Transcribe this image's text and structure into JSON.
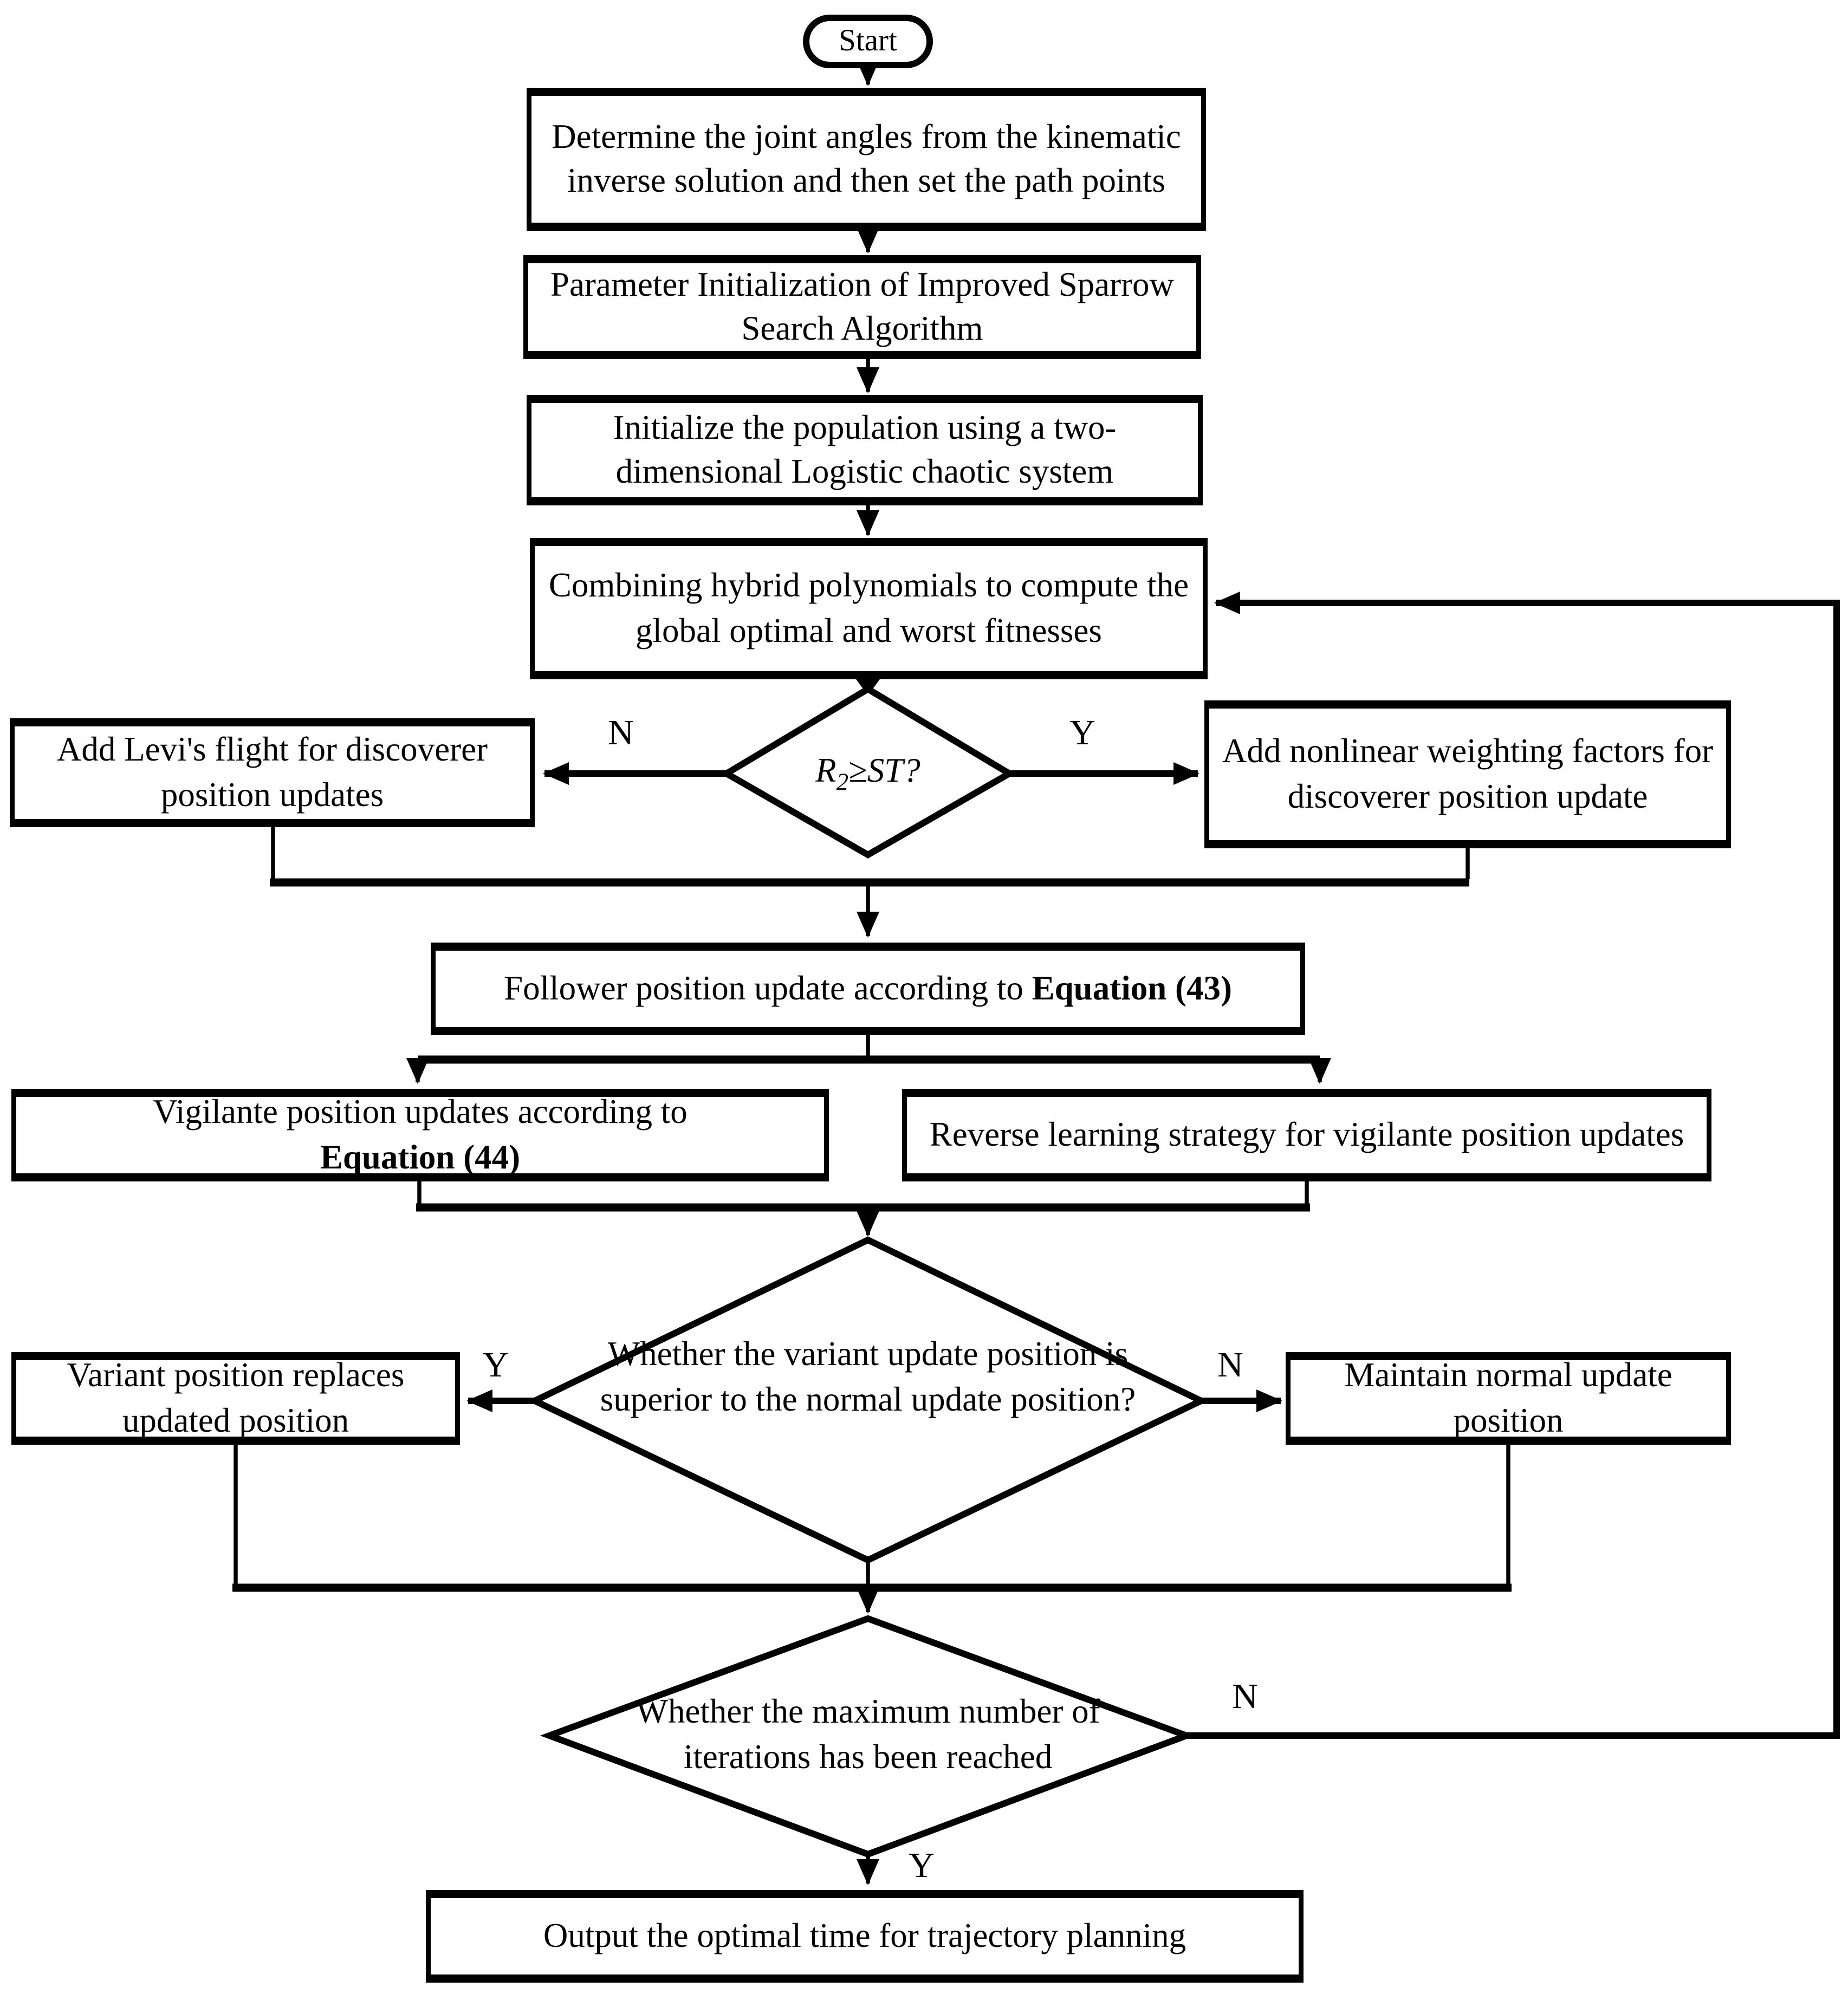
{
  "flowchart": {
    "title": "Improved Sparrow Search Algorithm trajectory planning flowchart",
    "colors": {
      "stroke": "#000000",
      "background": "#ffffff",
      "text": "#000000"
    },
    "nodes": {
      "start": {
        "label": "Start"
      },
      "determine": {
        "label": "Determine the joint angles from the kinematic inverse solution and then set the path points"
      },
      "param_init": {
        "label": "Parameter Initialization of Improved Sparrow Search Algorithm"
      },
      "init_population": {
        "label": "Initialize the population using a two-dimensional Logistic chaotic system"
      },
      "combine_fitness": {
        "label": "Combining hybrid polynomials to compute the global optimal and worst fitnesses"
      },
      "decision_r2": {
        "pre": "R",
        "sub": "2",
        "post": "≥ST?"
      },
      "levi_flight": {
        "label": "Add Levi's flight for discoverer position updates"
      },
      "nonlinear_weight": {
        "label": "Add nonlinear weighting factors for discoverer position update"
      },
      "follower_update": {
        "prefix": "Follower position update according to ",
        "bold": "Equation (43)"
      },
      "vigilante_update": {
        "prefix": "Vigilante position updates  according to",
        "bold": "Equation (44)"
      },
      "reverse_learning": {
        "label": "Reverse learning strategy for vigilante position updates"
      },
      "decision_variant": {
        "label": "Whether the variant update position is superior to the normal update position?"
      },
      "variant_replaces": {
        "label": "Variant position replaces updated position"
      },
      "maintain_normal": {
        "label": "Maintain normal update position"
      },
      "decision_iterations": {
        "label": "Whether the maximum number of iterations has been reached"
      },
      "output": {
        "label": "Output the optimal time for trajectory planning"
      }
    },
    "edge_labels": {
      "r2_no": "N",
      "r2_yes": "Y",
      "variant_yes": "Y",
      "variant_no": "N",
      "iterations_no": "N",
      "iterations_yes": "Y"
    }
  }
}
